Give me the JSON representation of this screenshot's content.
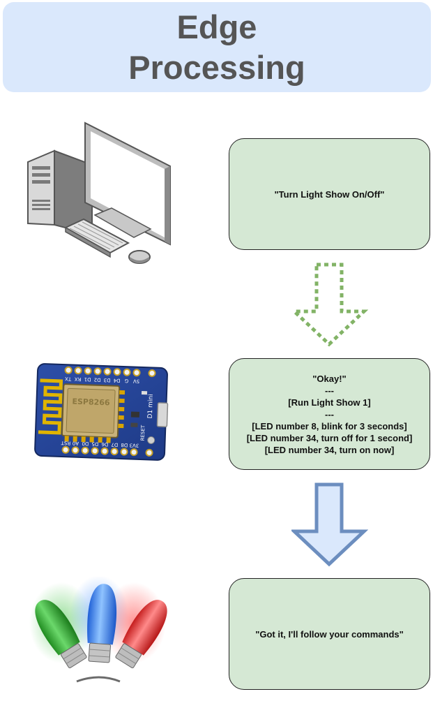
{
  "title": "Edge\nProcessing",
  "messages": {
    "computer_message": "\"Turn Light Show On/Off\"",
    "board_lines": [
      "\"Okay!\"",
      "---",
      "[Run Light Show 1]",
      "---",
      "[LED number 8, blink for 3 seconds]",
      "[LED number 34, turn off for 1 second]",
      "[LED number 34, turn on now]"
    ],
    "lights_message": "\"Got it, I'll follow your commands\""
  },
  "board_labels": {
    "top_pins": [
      "5V",
      "G",
      "D4",
      "D3",
      "D2",
      "D1",
      "RX",
      "TX"
    ],
    "bottom_pins": [
      "3V3",
      "D8",
      "D7",
      "D6",
      "D5",
      "D0",
      "A0",
      "RST"
    ],
    "model": "D1 mini",
    "reset": "RESET"
  },
  "icons": [
    "desktop-computer-icon",
    "wemos-d1-mini-board-icon",
    "christmas-lights-icon",
    "dashed-arrow-down-icon",
    "solid-arrow-down-icon"
  ],
  "colors": {
    "title_bg": "#dae8fc",
    "box_bg": "#d5e8d4",
    "dashed_arrow": "#82b366",
    "solid_arrow_fill": "#dae8fc",
    "solid_arrow_stroke": "#6c8ebf"
  }
}
